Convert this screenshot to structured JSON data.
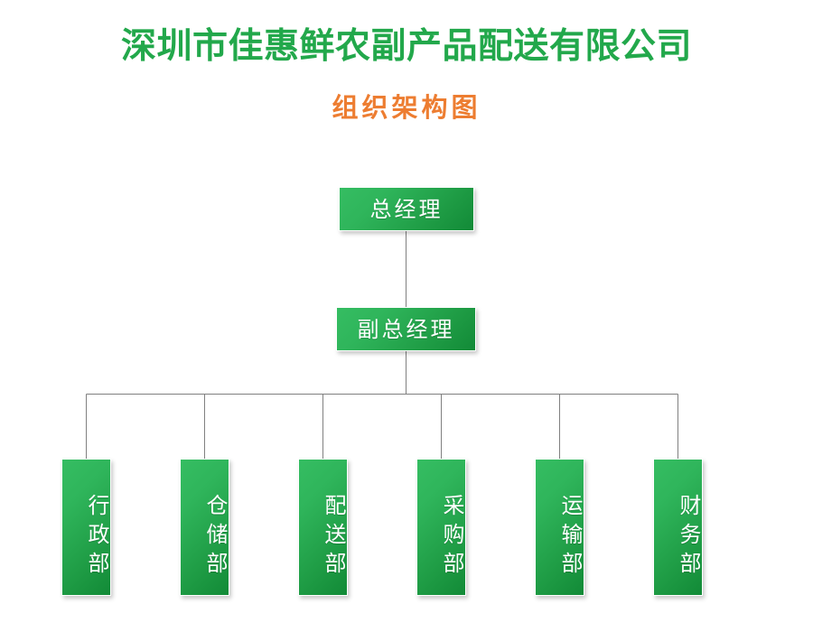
{
  "header": {
    "company_name": "深圳市佳惠鲜农副产品配送有限公司",
    "subtitle": "组织架构图",
    "title_color": "#22A84B",
    "subtitle_color": "#ED7D31"
  },
  "chart_style": {
    "node_fill_light": "#35BD62",
    "node_fill_dark": "#128A37",
    "node_text_color": "#FFFFFF",
    "connector_color": "#808080",
    "background": "#FFFFFF"
  },
  "org_chart": {
    "type": "org-tree",
    "levels": [
      {
        "level": 1,
        "nodes": [
          {
            "id": "gm",
            "label": "总经理",
            "parent": null
          }
        ]
      },
      {
        "level": 2,
        "nodes": [
          {
            "id": "dgm",
            "label": "副总经理",
            "parent": "gm"
          }
        ]
      },
      {
        "level": 3,
        "nodes": [
          {
            "id": "dept-admin",
            "label": "行政部",
            "parent": "dgm"
          },
          {
            "id": "dept-warehouse",
            "label": "仓储部",
            "parent": "dgm"
          },
          {
            "id": "dept-delivery",
            "label": "配送部",
            "parent": "dgm"
          },
          {
            "id": "dept-purchase",
            "label": "采购部",
            "parent": "dgm"
          },
          {
            "id": "dept-transport",
            "label": "运输部",
            "parent": "dgm"
          },
          {
            "id": "dept-finance",
            "label": "财务部",
            "parent": "dgm"
          }
        ]
      }
    ],
    "executives": {
      "general_manager": "总经理",
      "deputy_general_manager": "副总经理"
    },
    "departments": [
      "行政部",
      "仓储部",
      "配送部",
      "采购部",
      "运输部",
      "财务部"
    ]
  }
}
